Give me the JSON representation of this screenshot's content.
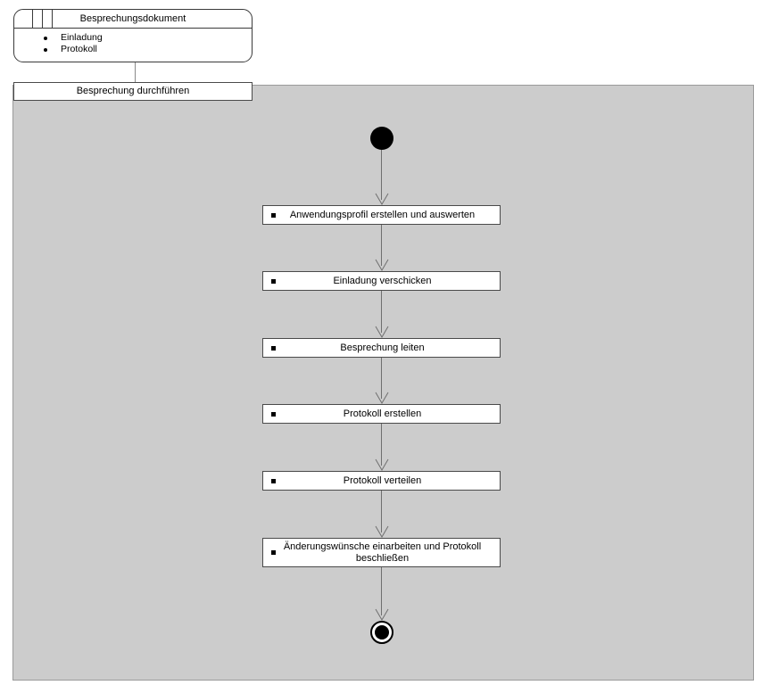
{
  "diagram": {
    "type": "uml-activity-diagram",
    "language": "de",
    "background_color": "#ffffff",
    "frame_fill_color": "#cccccc",
    "node_fill_color": "#ffffff",
    "line_color": "#6f6f6f"
  },
  "note": {
    "title": "Besprechungsdokument",
    "items": [
      {
        "label": "Einladung"
      },
      {
        "label": "Protokoll"
      }
    ]
  },
  "frame": {
    "title": "Besprechung durchführen"
  },
  "nodes": {
    "initial_label": "initial-node",
    "final_label": "activity-final-node"
  },
  "actions": [
    {
      "label": "Anwendungsprofil erstellen und auswerten"
    },
    {
      "label": "Einladung verschicken"
    },
    {
      "label": "Besprechung leiten"
    },
    {
      "label": "Protokoll erstellen"
    },
    {
      "label": "Protokoll verteilen"
    },
    {
      "label": "Änderungswünsche einarbeiten und Protokoll beschließen"
    }
  ]
}
